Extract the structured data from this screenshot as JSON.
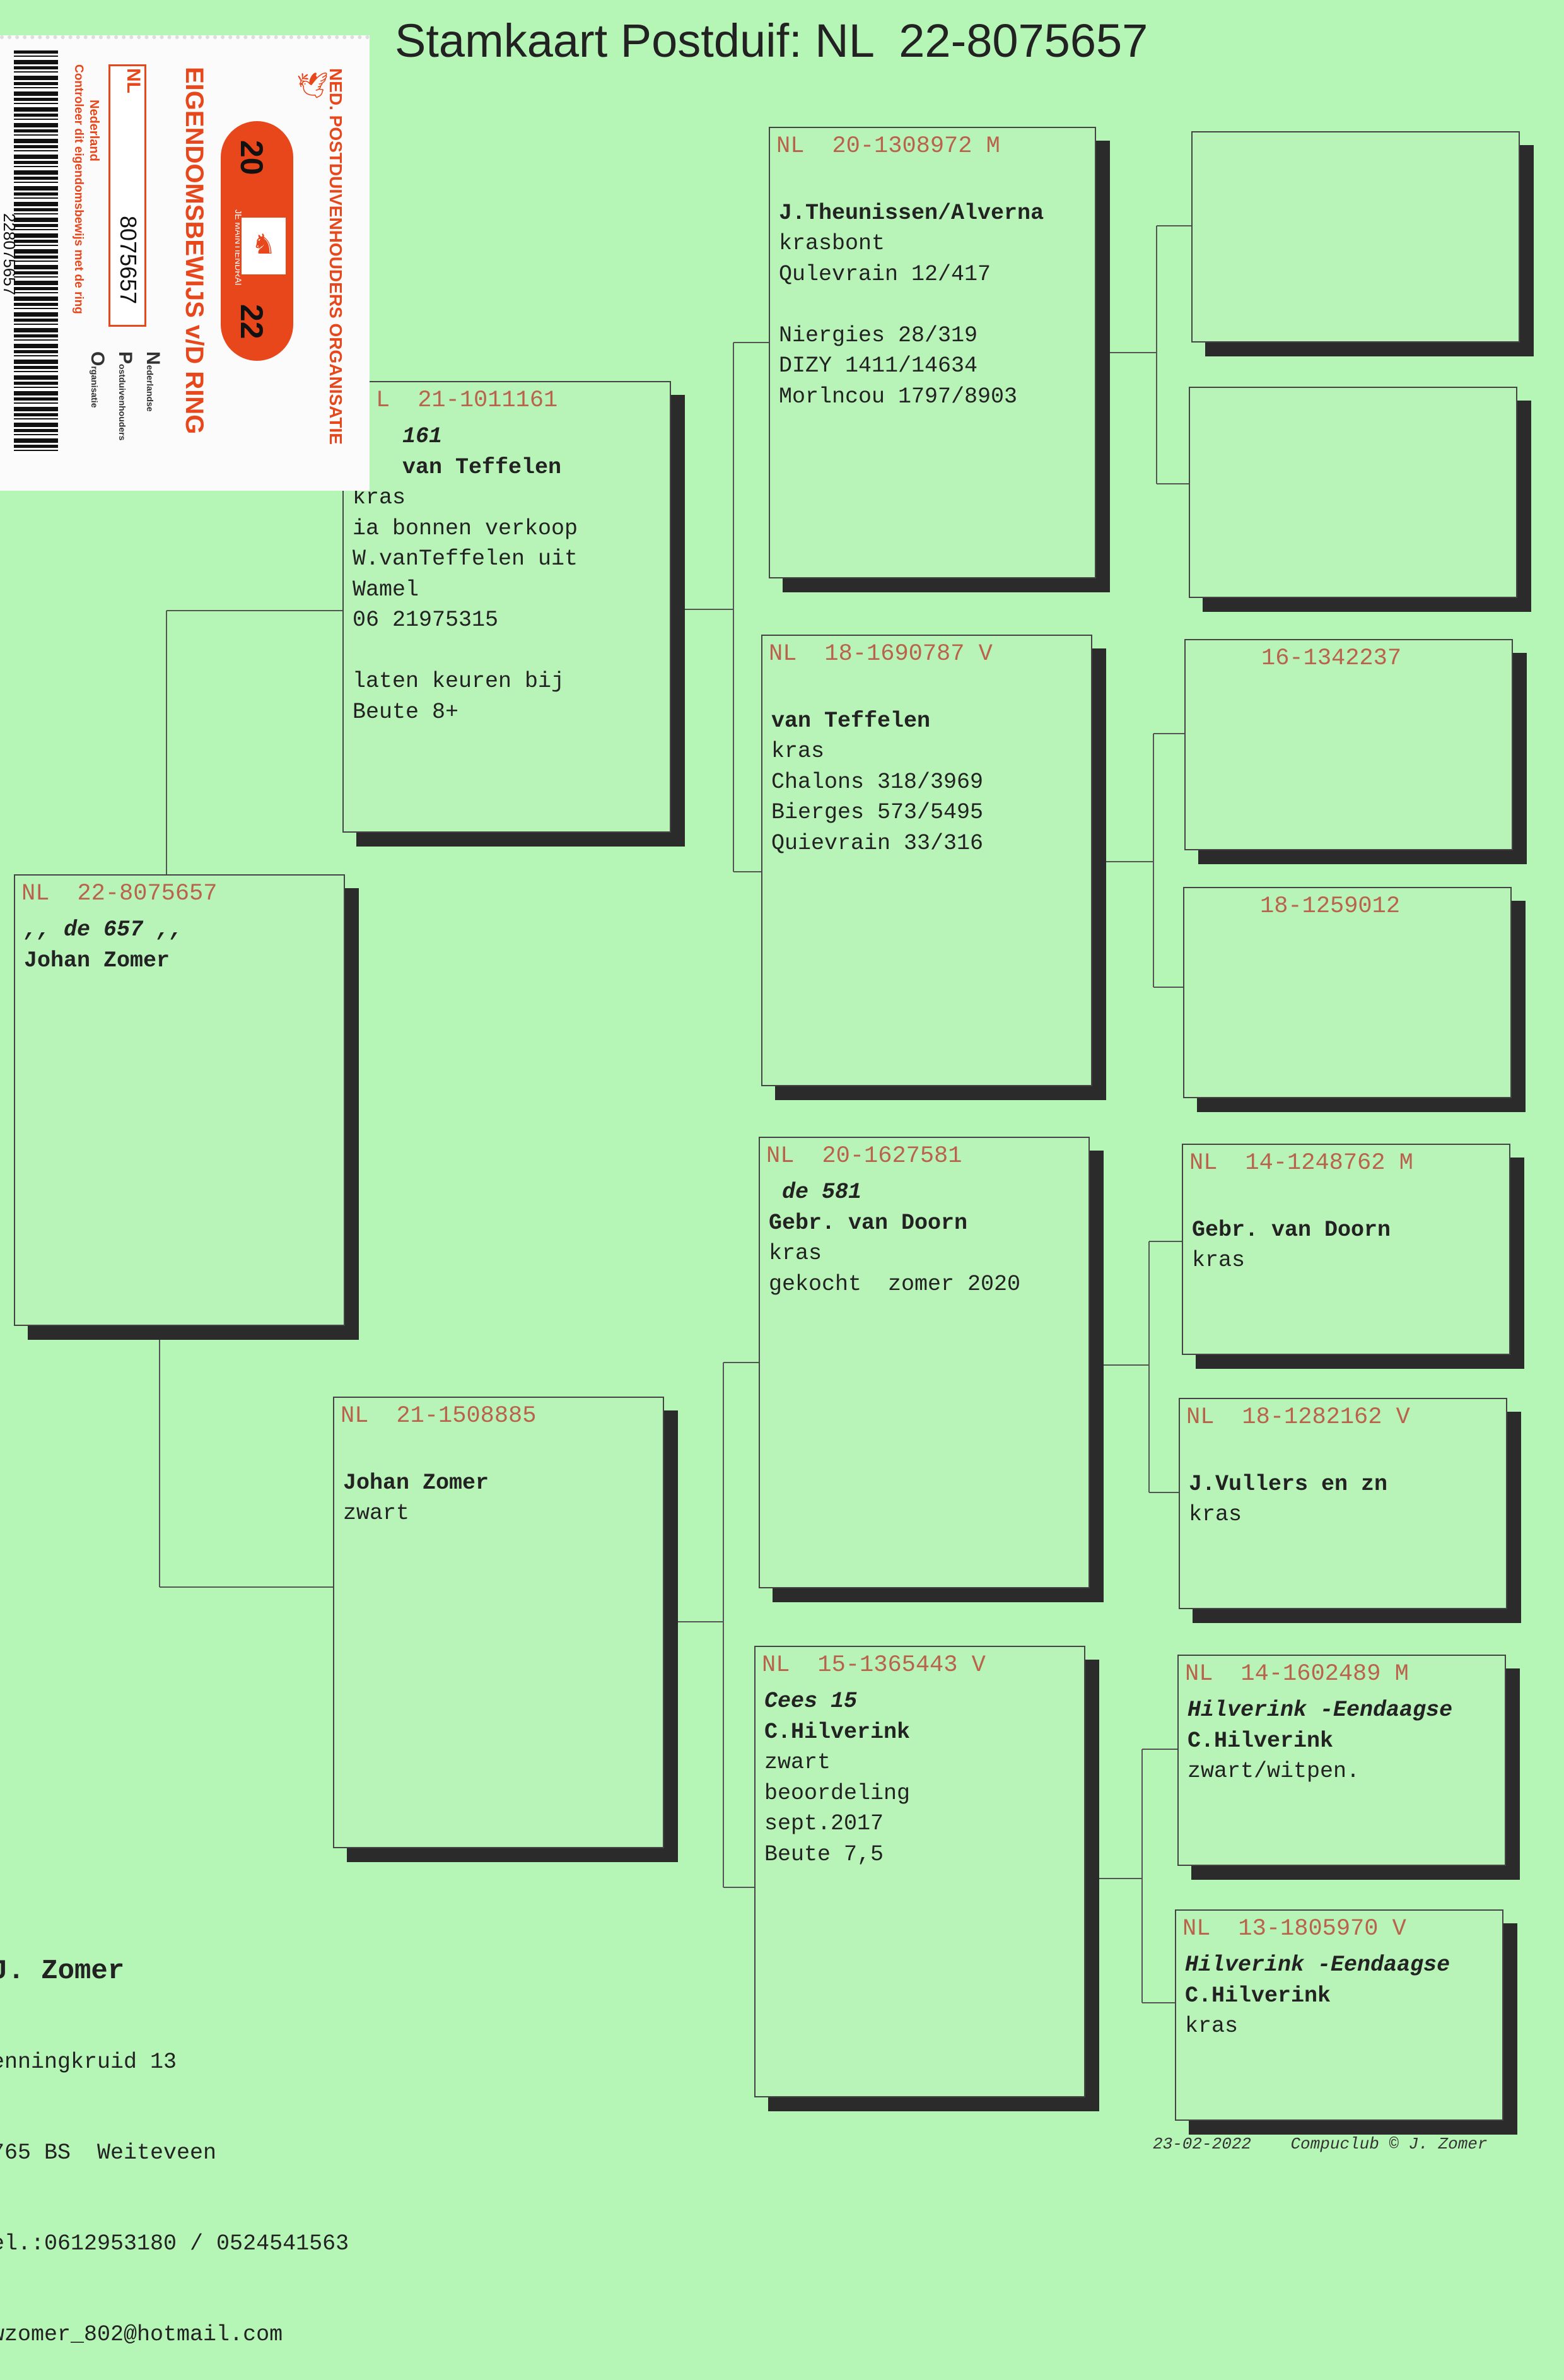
{
  "title": "Stamkaart Postduif: NL  22-8075657",
  "stamp": {
    "org": "NED. POSTDUIVENHOUDERS ORGANISATIE",
    "doc": "EIGENDOMSBEWIJS v/D RING",
    "year_a": "20",
    "year_b": "22",
    "motto": "JE MAINTIENDRAI",
    "country_code": "NL",
    "country": "Nederland",
    "ring_number": "8075657",
    "barcode_number": "228075657",
    "check_text": "Controleer dit eigendomsbewijs met de ring",
    "npo_letters": [
      "N",
      "P",
      "O"
    ],
    "npo_words": [
      "ederlandse",
      "ostduivenhouders",
      "rganisatie"
    ],
    "accent": "#e8471c"
  },
  "boxes": {
    "subject": {
      "nl": "NL",
      "num": "22-8075657",
      "lines": [
        {
          "t": ",, de 657 ,,",
          "s": "bi"
        },
        {
          "t": "Johan Zomer",
          "s": "b"
        }
      ]
    },
    "sire": {
      "nl": "L",
      "num": "21-1011161",
      "lines": [
        {
          "t": "  161",
          "s": "bi"
        },
        {
          "t": "  van Teffelen",
          "s": "b"
        },
        {
          "t": "kras",
          "s": ""
        },
        {
          "t": "ia bonnen verkoop",
          "s": ""
        },
        {
          "t": "W.vanTeffelen uit",
          "s": ""
        },
        {
          "t": "Wamel",
          "s": ""
        },
        {
          "t": "06 21975315",
          "s": ""
        },
        {
          "t": "",
          "s": ""
        },
        {
          "t": "laten keuren bij",
          "s": ""
        },
        {
          "t": "Beute 8+",
          "s": ""
        }
      ]
    },
    "dam": {
      "nl": "NL",
      "num": "21-1508885",
      "lines": [
        {
          "t": "",
          "s": ""
        },
        {
          "t": "Johan Zomer",
          "s": "b"
        },
        {
          "t": "zwart",
          "s": ""
        }
      ]
    },
    "ss": {
      "nl": "NL",
      "num": "20-1308972 M",
      "lines": [
        {
          "t": "",
          "s": ""
        },
        {
          "t": "J.Theunissen/Alverna",
          "s": "b"
        },
        {
          "t": "krasbont",
          "s": ""
        },
        {
          "t": "Qulevrain 12/417",
          "s": ""
        },
        {
          "t": "",
          "s": ""
        },
        {
          "t": "Niergies 28/319",
          "s": ""
        },
        {
          "t": "DIZY 1411/14634",
          "s": ""
        },
        {
          "t": "Morlncou 1797/8903",
          "s": ""
        }
      ]
    },
    "sd": {
      "nl": "NL",
      "num": "18-1690787 V",
      "lines": [
        {
          "t": "",
          "s": ""
        },
        {
          "t": "van Teffelen",
          "s": "b"
        },
        {
          "t": "kras",
          "s": ""
        },
        {
          "t": "Chalons 318/3969",
          "s": ""
        },
        {
          "t": "Bierges 573/5495",
          "s": ""
        },
        {
          "t": "Quievrain 33/316",
          "s": ""
        }
      ]
    },
    "ds": {
      "nl": "NL",
      "num": "20-1627581",
      "lines": [
        {
          "t": " de 581",
          "s": "bi"
        },
        {
          "t": "Gebr. van Doorn",
          "s": "b"
        },
        {
          "t": "kras",
          "s": ""
        },
        {
          "t": "gekocht  zomer 2020",
          "s": ""
        }
      ]
    },
    "dd": {
      "nl": "NL",
      "num": "15-1365443 V",
      "lines": [
        {
          "t": "Cees 15",
          "s": "bi"
        },
        {
          "t": "C.Hilverink",
          "s": "b"
        },
        {
          "t": "zwart",
          "s": ""
        },
        {
          "t": "beoordeling",
          "s": ""
        },
        {
          "t": "sept.2017",
          "s": ""
        },
        {
          "t": "Beute 7,5",
          "s": ""
        }
      ]
    },
    "sss": {
      "nl": "",
      "num": "",
      "lines": []
    },
    "ssd": {
      "nl": "",
      "num": "",
      "lines": []
    },
    "sds": {
      "nl": "",
      "num": "16-1342237",
      "lines": []
    },
    "sdd": {
      "nl": "",
      "num": "18-1259012",
      "lines": []
    },
    "dss": {
      "nl": "NL",
      "num": "14-1248762 M",
      "lines": [
        {
          "t": "",
          "s": ""
        },
        {
          "t": "Gebr. van Doorn",
          "s": "b"
        },
        {
          "t": "kras",
          "s": ""
        }
      ]
    },
    "dsd": {
      "nl": "NL",
      "num": "18-1282162 V",
      "lines": [
        {
          "t": "",
          "s": ""
        },
        {
          "t": "J.Vullers en zn",
          "s": "b"
        },
        {
          "t": "kras",
          "s": ""
        }
      ]
    },
    "dds": {
      "nl": "NL",
      "num": "14-1602489 M",
      "lines": [
        {
          "t": "Hilverink -Eendaagse",
          "s": "bi"
        },
        {
          "t": "C.Hilverink",
          "s": "b"
        },
        {
          "t": "zwart/witpen.",
          "s": ""
        }
      ]
    },
    "ddd": {
      "nl": "NL",
      "num": "13-1805970 V",
      "lines": [
        {
          "t": "Hilverink -Eendaagse",
          "s": "bi"
        },
        {
          "t": "C.Hilverink",
          "s": "b"
        },
        {
          "t": "kras",
          "s": ""
        }
      ]
    }
  },
  "owner": {
    "name": "J. Zomer",
    "street": "enningkruid 13",
    "city": "765 BS  Weiteveen",
    "phone": "el.:0612953180 / 0524541563",
    "email": "wzomer_802@hotmail.com"
  },
  "footer": {
    "date": "23-02-2022",
    "credit": "Compuclub © J. Zomer"
  },
  "colors": {
    "paper": "#b5f5b5",
    "ring_text": "#b9634c",
    "shadow": "#2b2b2b"
  }
}
